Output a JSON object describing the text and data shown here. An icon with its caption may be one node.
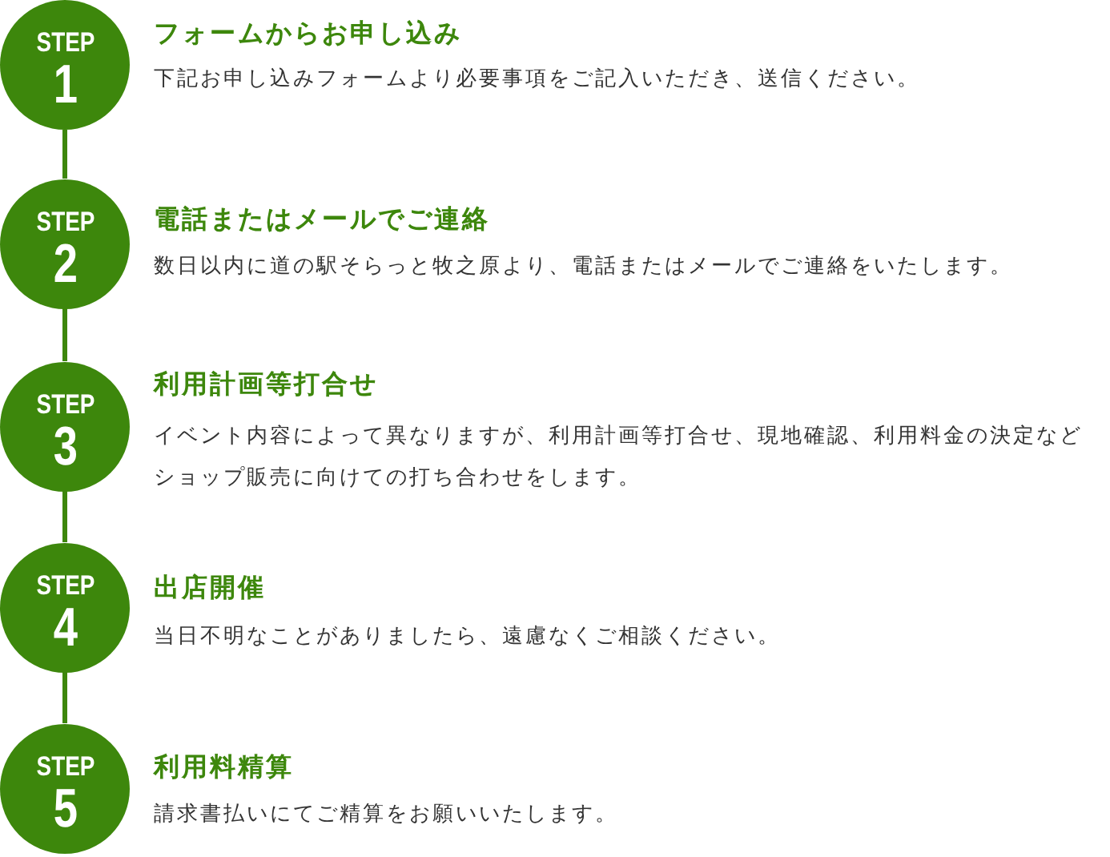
{
  "diagram": {
    "nodes": [
      {
        "text": [
          "STEP",
          "1"
        ],
        "beside": [
          "フォームからお申し込み",
          "下記お申し込みフォームより必要事項をご記入いただき、送信ください。"
        ]
      },
      {
        "text": [
          "STEP",
          "2"
        ],
        "beside": [
          "電話またはメールでご連絡",
          "数日以内に道の駅そらっと牧之原より、電話またはメールでご連絡をいたします。"
        ]
      },
      {
        "text": [
          "STEP",
          "3"
        ],
        "beside": [
          "利用計画等打合せ",
          "イベント内容によって異なりますが、利用計画等打合せ、現地確認、利用料金の決定などショップ販売に向けての打ち合わせをします。"
        ]
      },
      {
        "text": [
          "STEP",
          "4"
        ],
        "beside": [
          "出店開催",
          "当日不明なことがありましたら、遠慮なくご相談ください。"
        ]
      },
      {
        "text": [
          "STEP",
          "5"
        ],
        "beside": [
          "利用料精算",
          "請求書払いにてご精算をお願いいたします。"
        ]
      }
    ],
    "edges": [
      {
        "from": 0,
        "to": 1,
        "arrow": "none"
      },
      {
        "from": 1,
        "to": 2,
        "arrow": "none"
      },
      {
        "from": 2,
        "to": 3,
        "arrow": "none"
      },
      {
        "from": 3,
        "to": 4,
        "arrow": "none"
      }
    ]
  }
}
